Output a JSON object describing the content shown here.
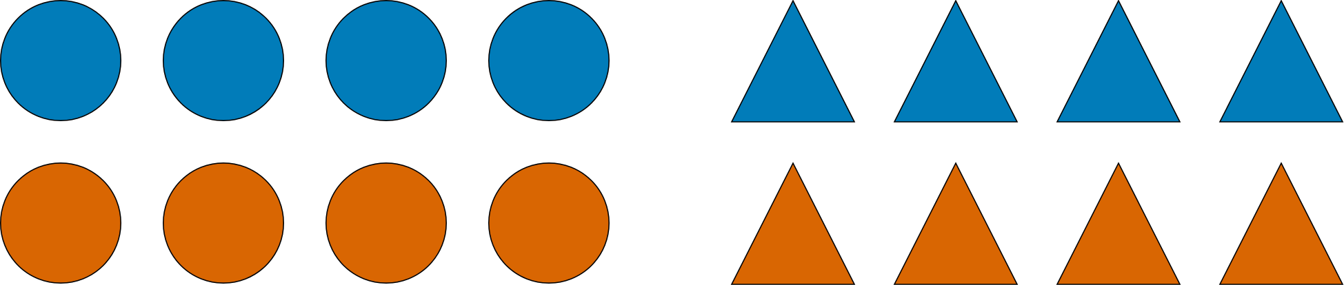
{
  "colors": {
    "blue": "#017cb9",
    "orange": "#d96602",
    "outline": "#000000",
    "background": "#ffffff"
  },
  "groups": [
    {
      "shape": "circle",
      "rows": [
        {
          "color": "blue",
          "count": 4
        },
        {
          "color": "orange",
          "count": 4
        }
      ]
    },
    {
      "shape": "triangle",
      "rows": [
        {
          "color": "blue",
          "count": 4
        },
        {
          "color": "orange",
          "count": 4
        }
      ]
    }
  ]
}
